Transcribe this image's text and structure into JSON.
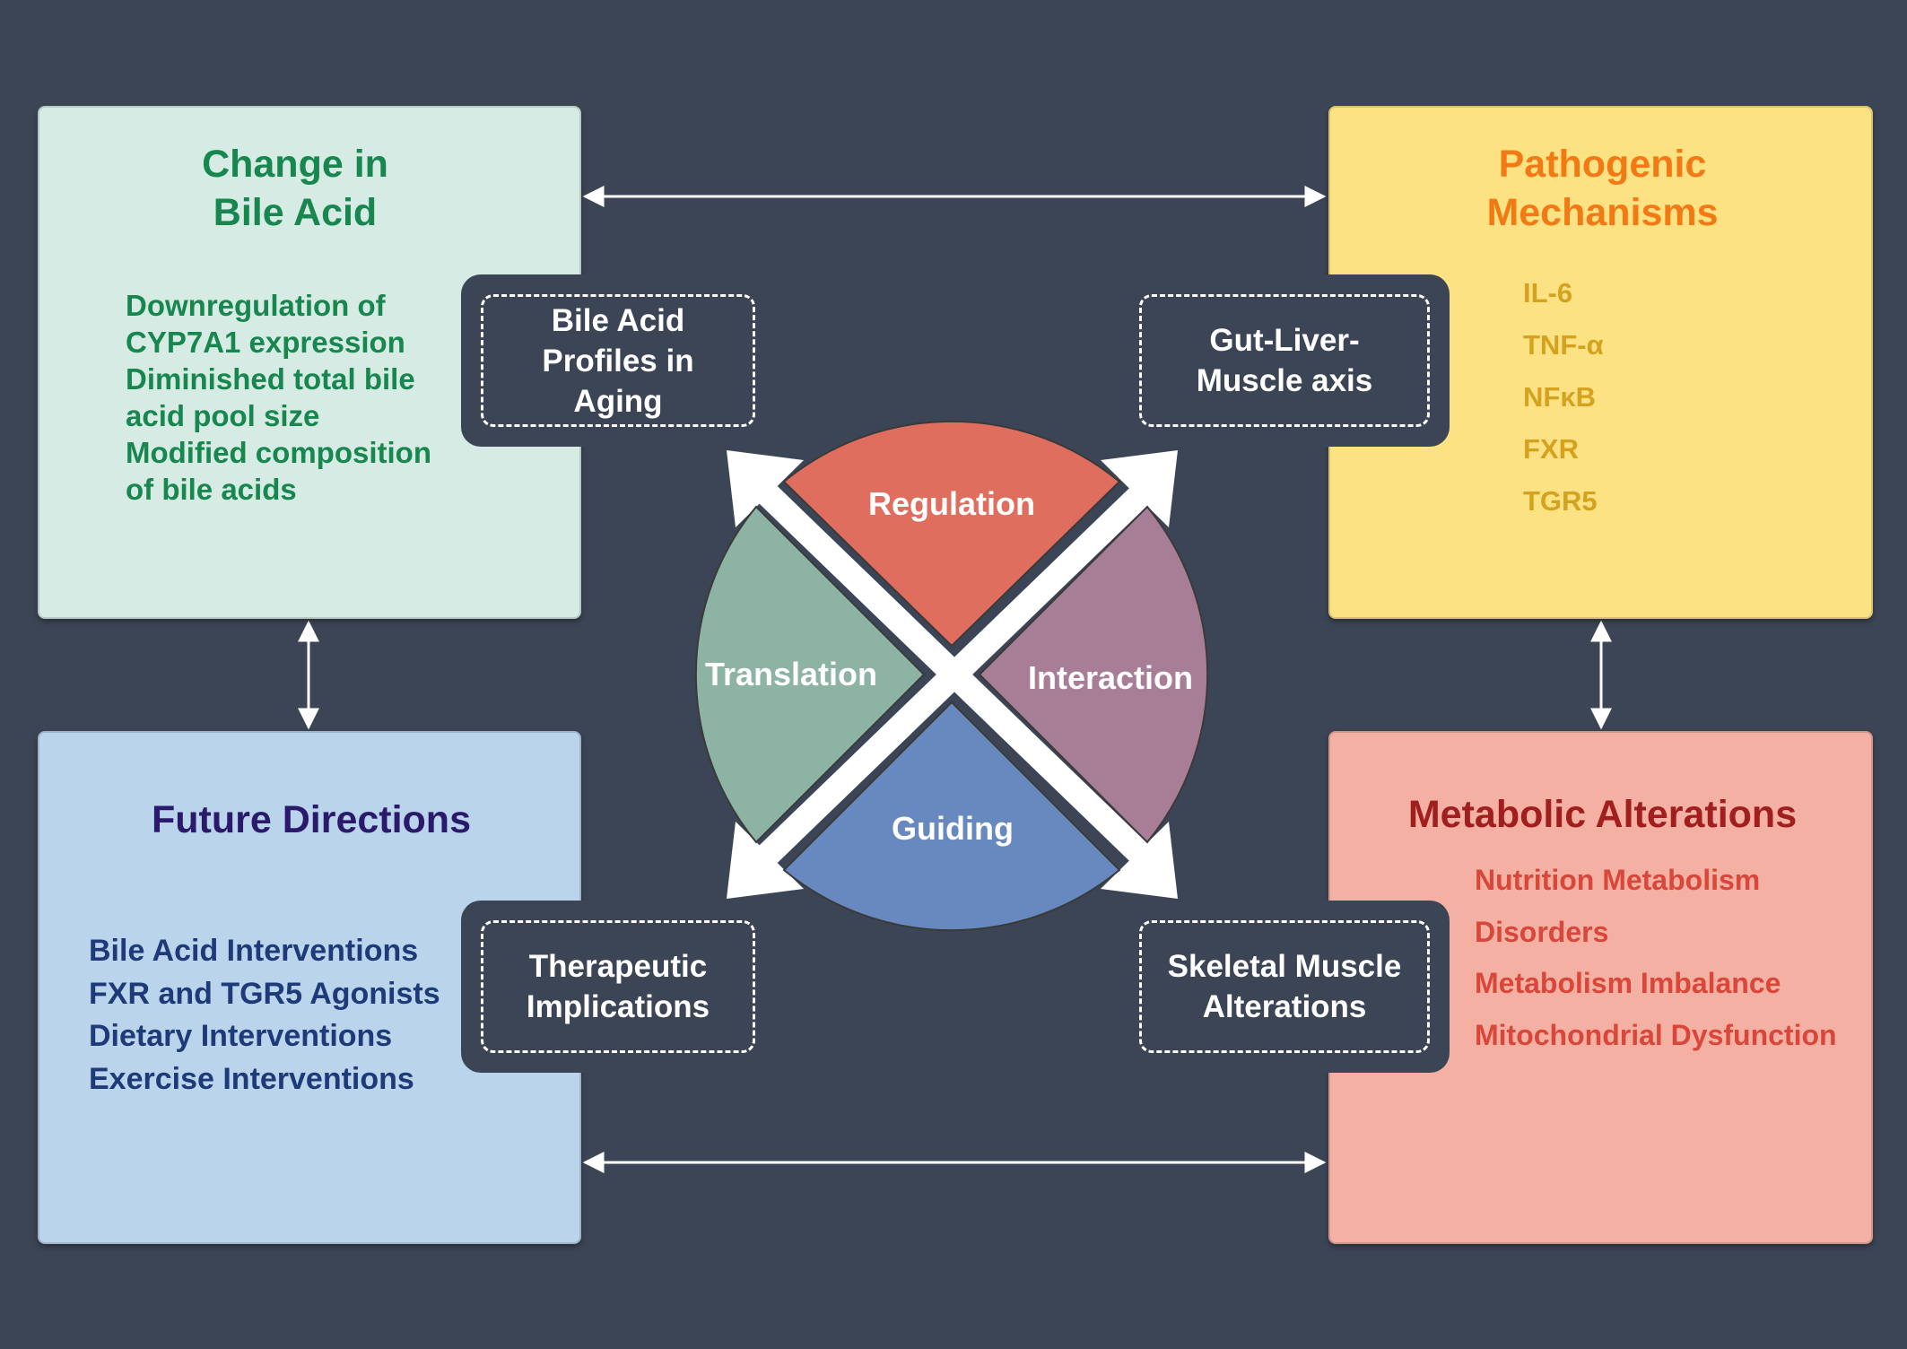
{
  "panels": {
    "change_in_bile_acid": {
      "title_line1": "Change in",
      "title_line2": "Bile Acid",
      "items": [
        "Downregulation of",
        "CYP7A1 expression",
        "Diminished total bile",
        "acid pool size",
        "Modified composition",
        "of bile acids"
      ],
      "color": "#18864f",
      "background": "#d5ebe3"
    },
    "pathogenic_mechanisms": {
      "title_line1": "Pathogenic",
      "title_line2": "Mechanisms",
      "items": [
        "IL-6",
        "TNF-α",
        "NFκB",
        "FXR",
        "TGR5"
      ],
      "color": "#f27a14",
      "item_color": "#d5a21f",
      "background": "#fde284"
    },
    "future_directions": {
      "title": "Future Directions",
      "items": [
        "Bile Acid Interventions",
        "FXR and TGR5 Agonists",
        "Dietary Interventions",
        "Exercise Interventions"
      ],
      "color": "#2b1a6b",
      "item_color": "#1e3a78",
      "background": "#bad5eb"
    },
    "metabolic_alterations": {
      "title": "Metabolic Alterations",
      "items": [
        "Nutrition Metabolism",
        "Disorders",
        "Metabolism Imbalance",
        "Mitochondrial Dysfunction"
      ],
      "color": "#a11e1e",
      "item_color": "#d9463a",
      "background": "#f4b0a3"
    }
  },
  "tabs": {
    "bile_acid_profiles": {
      "line1": "Bile Acid",
      "line2": "Profiles in",
      "line3": "Aging"
    },
    "gut_liver_muscle": {
      "line1": "Gut-Liver-",
      "line2": "Muscle axis"
    },
    "therapeutic": {
      "line1": "Therapeutic",
      "line2": "Implications"
    },
    "skeletal_muscle": {
      "line1": "Skeletal Muscle",
      "line2": "Alterations"
    }
  },
  "center": {
    "regulation": {
      "label": "Regulation",
      "color": "#e06e5f"
    },
    "interaction": {
      "label": "Interaction",
      "color": "#a87d96"
    },
    "guiding": {
      "label": "Guiding",
      "color": "#6889c0"
    },
    "translation": {
      "label": "Translation",
      "color": "#8cb3a3"
    }
  },
  "background_color": "#3c4555"
}
